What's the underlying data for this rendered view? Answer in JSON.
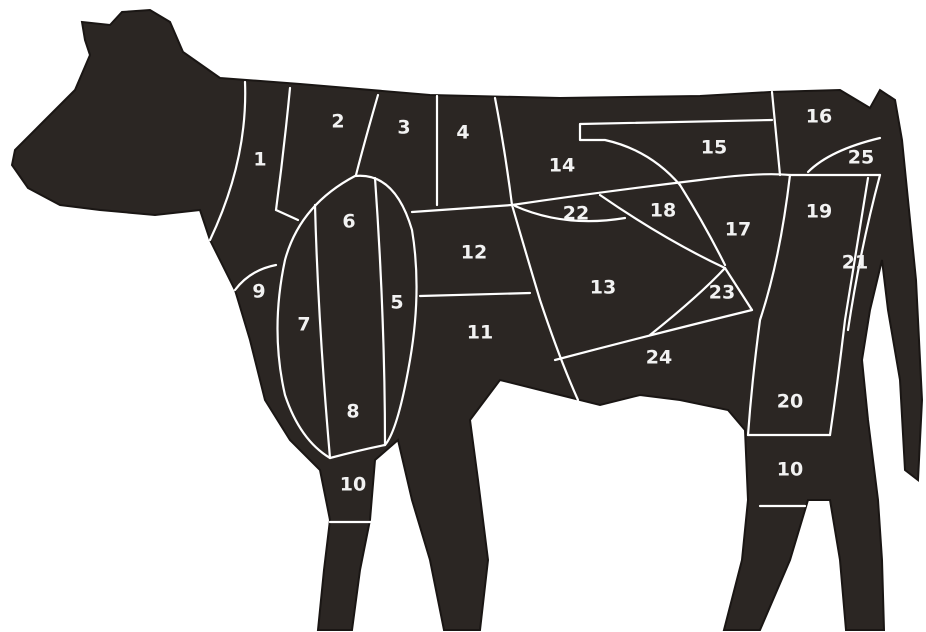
{
  "diagram": {
    "colors": {
      "body": "#2b2623",
      "shadow": "#1a1614",
      "lines": "#ffffff",
      "text": "#f2f2f2",
      "background": "#ffffff"
    },
    "cuts": [
      {
        "id": "c1",
        "label": "1"
      },
      {
        "id": "c2",
        "label": "2"
      },
      {
        "id": "c3",
        "label": "3"
      },
      {
        "id": "c4",
        "label": "4"
      },
      {
        "id": "c5",
        "label": "5"
      },
      {
        "id": "c6",
        "label": "6"
      },
      {
        "id": "c7",
        "label": "7"
      },
      {
        "id": "c8",
        "label": "8"
      },
      {
        "id": "c9",
        "label": "9"
      },
      {
        "id": "c10a",
        "label": "10"
      },
      {
        "id": "c10b",
        "label": "10"
      },
      {
        "id": "c11",
        "label": "11"
      },
      {
        "id": "c12",
        "label": "12"
      },
      {
        "id": "c13",
        "label": "13"
      },
      {
        "id": "c14",
        "label": "14"
      },
      {
        "id": "c15",
        "label": "15"
      },
      {
        "id": "c16",
        "label": "16"
      },
      {
        "id": "c17",
        "label": "17"
      },
      {
        "id": "c18",
        "label": "18"
      },
      {
        "id": "c19",
        "label": "19"
      },
      {
        "id": "c20",
        "label": "20"
      },
      {
        "id": "c21",
        "label": "21"
      },
      {
        "id": "c22",
        "label": "22"
      },
      {
        "id": "c23",
        "label": "23"
      },
      {
        "id": "c24",
        "label": "24"
      },
      {
        "id": "c25",
        "label": "25"
      }
    ]
  }
}
